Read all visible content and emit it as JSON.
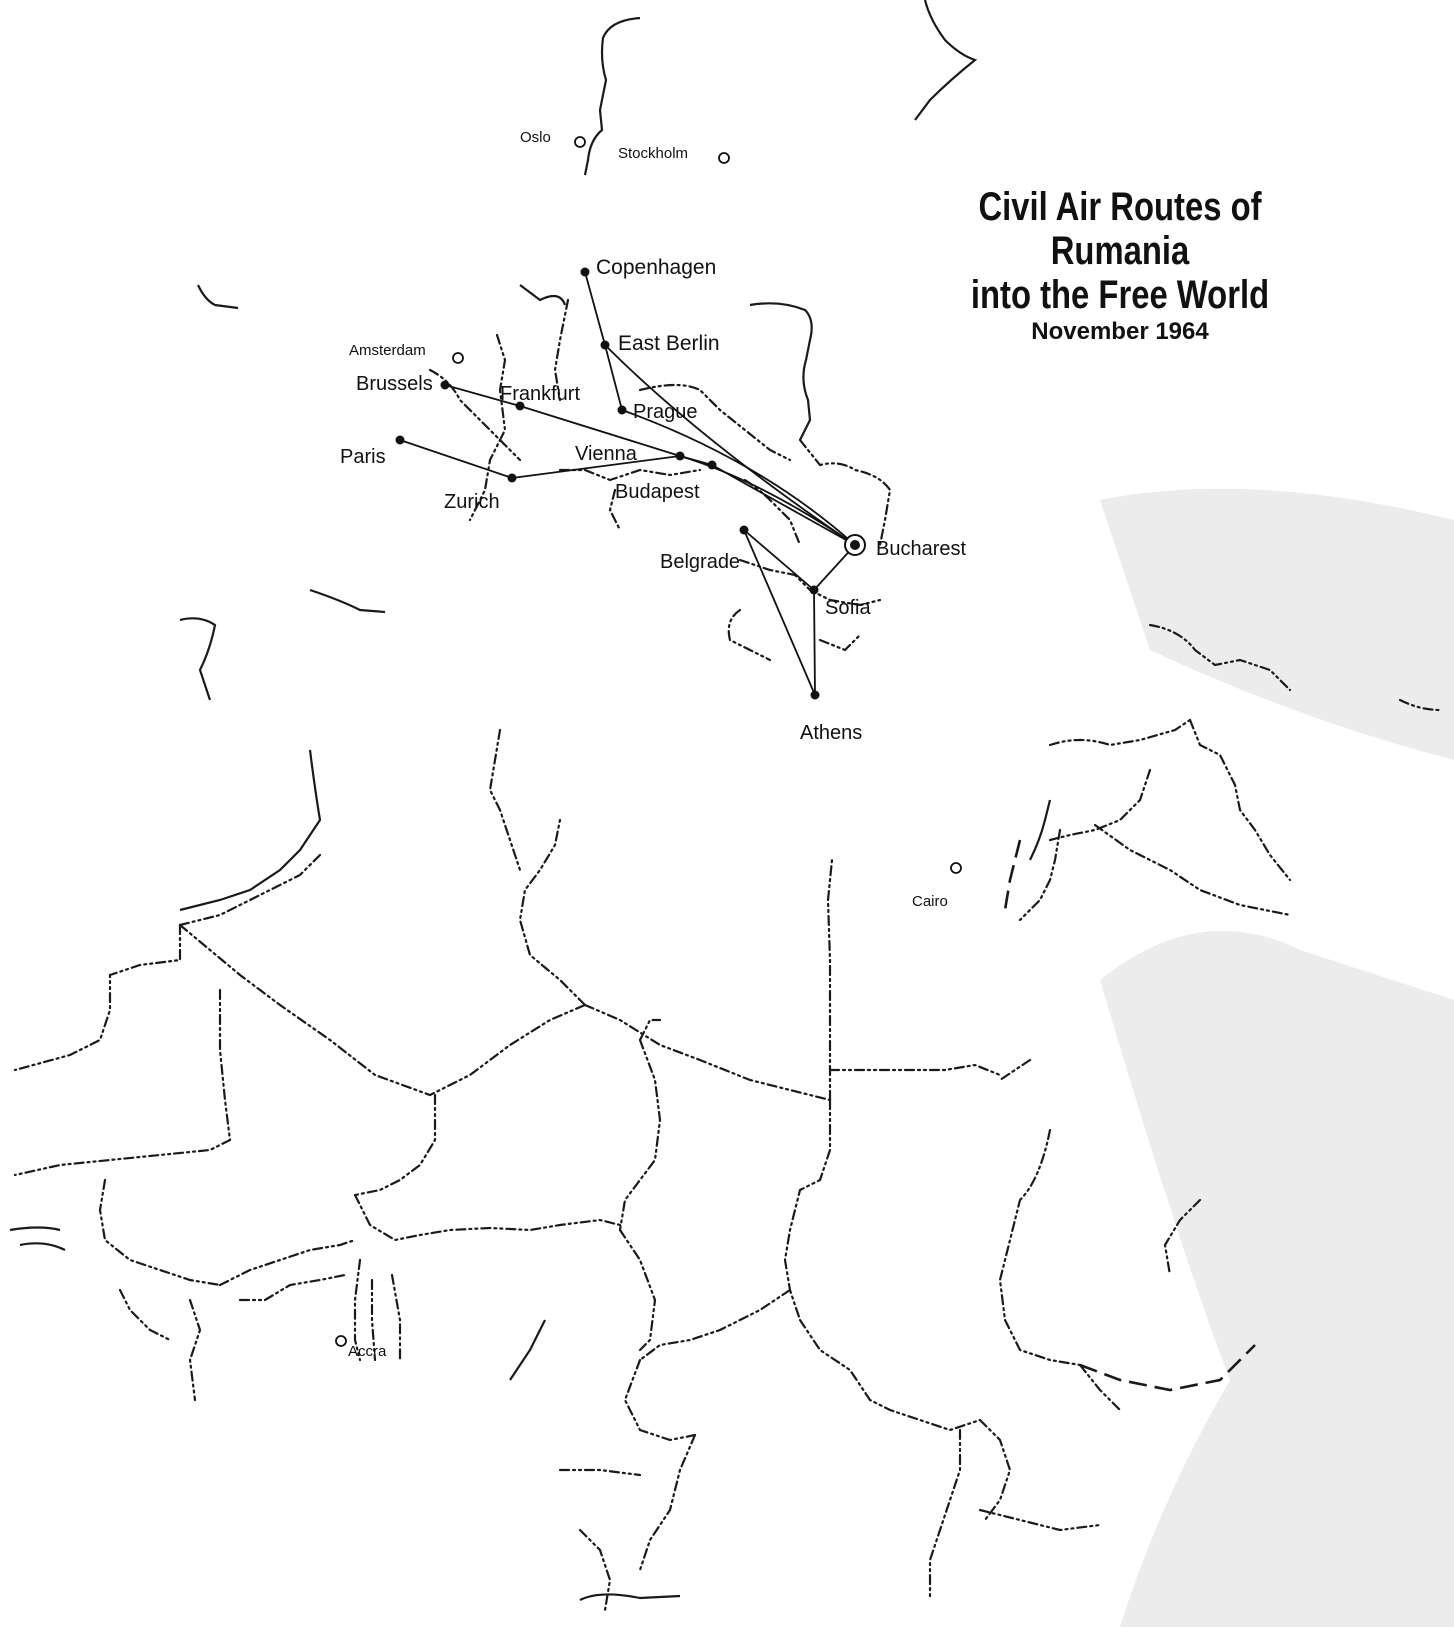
{
  "title": {
    "line1": "Civil Air Routes of Rumania",
    "line2": "into the Free World",
    "subtitle": "November 1964"
  },
  "cities": {
    "oslo": "Oslo",
    "stockholm": "Stockholm",
    "copenhagen": "Copenhagen",
    "amsterdam": "Amsterdam",
    "east_berlin": "East Berlin",
    "brussels": "Brussels",
    "frankfurt": "Frankfurt",
    "prague": "Prague",
    "paris": "Paris",
    "vienna": "Vienna",
    "zurich": "Zurich",
    "budapest": "Budapest",
    "belgrade": "Belgrade",
    "bucharest": "Bucharest",
    "sofia": "Sofia",
    "athens": "Athens",
    "cairo": "Cairo",
    "accra": "Accra"
  },
  "routes": [
    [
      "bucharest",
      "prague",
      "east_berlin",
      "copenhagen"
    ],
    [
      "bucharest",
      "prague"
    ],
    [
      "bucharest",
      "vienna",
      "frankfurt",
      "brussels"
    ],
    [
      "bucharest",
      "budapest",
      "vienna",
      "zurich",
      "paris"
    ],
    [
      "bucharest",
      "sofia",
      "belgrade",
      "athens",
      "sofia"
    ]
  ],
  "colors": {
    "ink": "#111111",
    "paper": "#ffffff"
  }
}
